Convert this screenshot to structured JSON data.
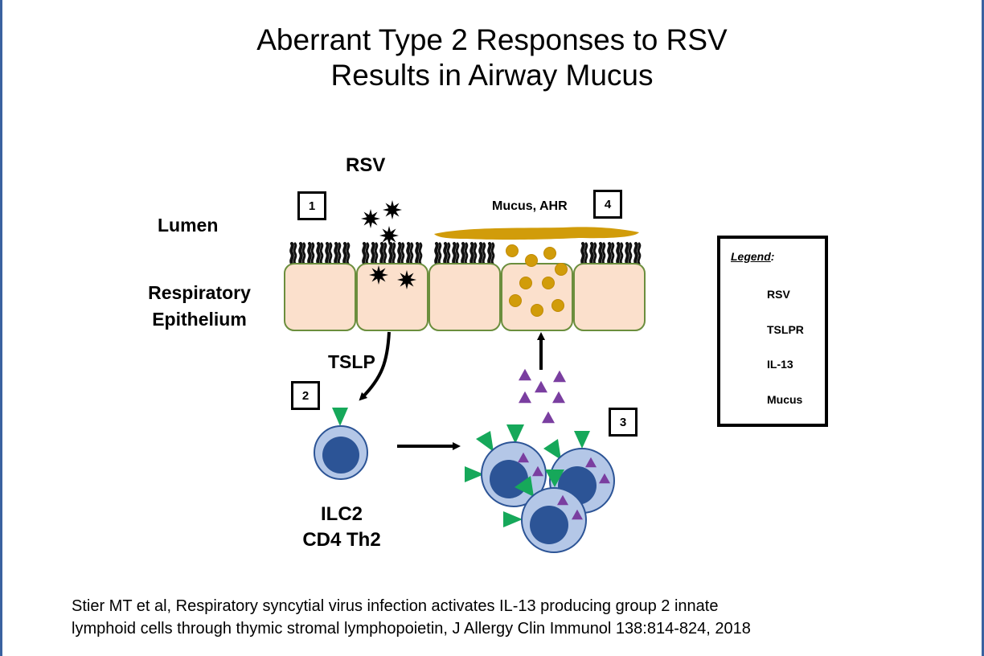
{
  "title": {
    "line1": "Aberrant Type 2 Responses to RSV",
    "line2": "Results in Airway Mucus"
  },
  "labels": {
    "rsv": "RSV",
    "lumen": "Lumen",
    "epithelium_line1": "Respiratory",
    "epithelium_line2": "Epithelium",
    "tslp": "TSLP",
    "mucus_ahr": "Mucus, AHR",
    "cell_type_line1": "ILC2",
    "cell_type_line2": "CD4 Th2"
  },
  "steps": [
    "1",
    "2",
    "3",
    "4"
  ],
  "legend": {
    "title": "Legend",
    "title_suffix": ":",
    "items": [
      {
        "icon": "rsv-star-icon",
        "label": "RSV"
      },
      {
        "icon": "tslpr-triangle-icon",
        "label": "TSLPR"
      },
      {
        "icon": "il13-triangle-icon",
        "label": "IL-13"
      },
      {
        "icon": "mucus-dot-icon",
        "label": "Mucus"
      }
    ]
  },
  "caption": {
    "line1": "Stier MT et al, Respiratory syncytial virus infection activates IL-13 producing group 2 innate",
    "line2": "lymphoid cells through thymic stromal lymphopoietin, J Allergy Clin Immunol 138:814-824, 2018"
  },
  "colors": {
    "cell_fill": "#fbe0cc",
    "cell_border": "#6b8e3d",
    "mucus": "#d19c0a",
    "tslpr": "#16a85a",
    "il13": "#7a3ea0",
    "ilc_outer": "#b4c7e7",
    "ilc_nucleus": "#2c5496",
    "frame": "#3a62a0"
  }
}
